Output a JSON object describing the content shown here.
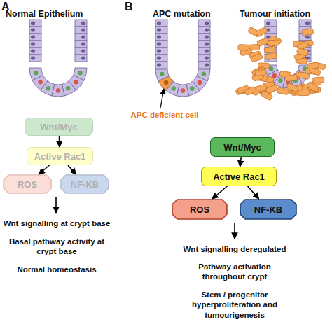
{
  "diagram": {
    "nodes": [
      {
        "text": [
          "Wnt/Myc"
        ]
      },
      {
        "text": [
          "Active Rac1"
        ]
      },
      {
        "text": [
          "ROS"
        ]
      },
      {
        "text": [
          "NF-KB"
        ]
      },
      {
        "text": [
          "Wnt/Myc"
        ]
      },
      {
        "text": [
          "Active Rac1"
        ]
      },
      {
        "text": [
          "ROS"
        ]
      },
      {
        "text": [
          "NF-KB"
        ]
      }
    ],
    "edges": [
      {
        "from": 0,
        "to": 1,
        "arrow": "to"
      },
      {
        "from": 1,
        "to": 2,
        "arrow": "to"
      },
      {
        "from": 1,
        "to": 3,
        "arrow": "to"
      },
      {
        "from": 4,
        "to": 5,
        "arrow": "to"
      },
      {
        "from": 5,
        "to": 6,
        "arrow": "to"
      },
      {
        "from": 5,
        "to": 7,
        "arrow": "to"
      }
    ],
    "labels": [
      "A",
      "Normal Epithelium",
      "B",
      "APC mutation",
      "Tumour initiation",
      "APC deficient cell",
      "Wnt signalling at crypt base",
      "Basal pathway activity at crypt base",
      "Normal homeostasis",
      "Wnt signalling deregulated",
      "Pathway activation throughout crypt",
      "Stem / progenitor hyperproliferation and tumourigenesis"
    ]
  }
}
